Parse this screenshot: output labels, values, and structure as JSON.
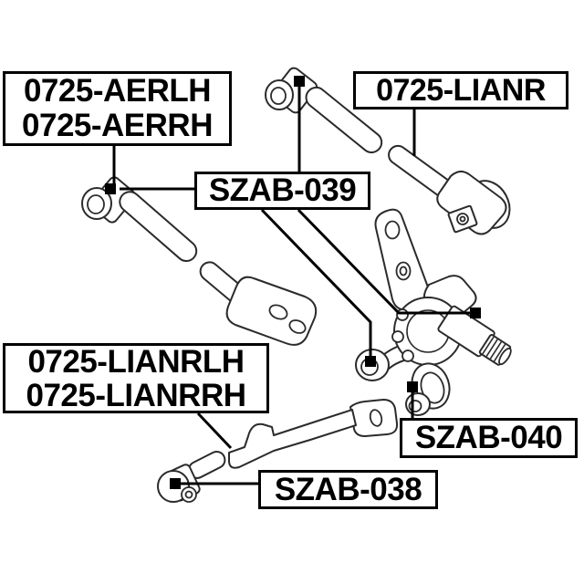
{
  "labels": {
    "aer": {
      "line1": "0725-AERLH",
      "line2": "0725-AERRH"
    },
    "lianr": {
      "text": "0725-LIANR"
    },
    "szab039": {
      "text": "SZAB-039"
    },
    "lianrlh": {
      "line1": "0725-LIANRLH",
      "line2": "0725-LIANRRH"
    },
    "szab040": {
      "text": "SZAB-040"
    },
    "szab038": {
      "text": "SZAB-038"
    }
  },
  "colors": {
    "background": "#ffffff",
    "connector_line": "#000000",
    "part_outline": "#2b2b2b"
  }
}
